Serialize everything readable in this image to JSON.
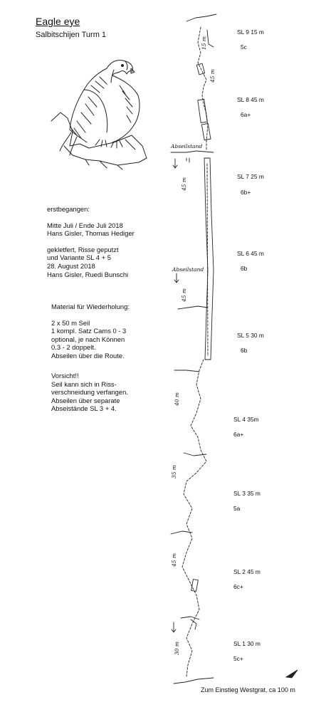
{
  "header": {
    "title": "Eagle eye",
    "subtitle": "Salbitschijen Turm 1"
  },
  "first_ascent": {
    "heading": "erstbegangen:",
    "date": "Mitte Juli / Ende  Juli 2018",
    "climbers": "Hans Gisler, Thomas Hediger"
  },
  "cleanup": {
    "line1": "gekletfert, Risse geputzt",
    "line2": "und Variante SL 4 + 5",
    "date": "28. August 2018",
    "climbers": "Hans Gisler, Ruedi Bunschi"
  },
  "material": {
    "heading": "Material für Wiederholung:",
    "items": [
      "2 x 50 m Seil",
      "1 kompl. Satz Cams 0 - 3",
      "optional, je nach Können",
      "0.3 - 2 doppelt.",
      "Abseilen über die Route."
    ]
  },
  "caution": {
    "heading": "Vorsicht!!",
    "lines": [
      "Seil kann sich in Riss-",
      "verschneidung verfangen.",
      "Abseilen über separate",
      "Abseistände SL 3  + 4."
    ]
  },
  "pitches": [
    {
      "label": "SL 9   15 m",
      "grade": "5c"
    },
    {
      "label": "SL 8   45 m",
      "grade": "6a+"
    },
    {
      "label": "SL 7   25 m",
      "grade": "6b+"
    },
    {
      "label": "SL 6   45 m",
      "grade": "6b"
    },
    {
      "label": "SL 5   30 m",
      "grade": "6b"
    },
    {
      "label": "SL 4   35m",
      "grade": "6a+"
    },
    {
      "label": "SL 3   35 m",
      "grade": "5a"
    },
    {
      "label": "SL 2   45 m",
      "grade": "6c+"
    },
    {
      "label": "SL 1   30 m",
      "grade": "5c+"
    }
  ],
  "rappels": [
    "15 m",
    "45 m",
    "45 m",
    "45 m",
    "40 m",
    "35 m",
    "45 m",
    "30 m"
  ],
  "rappel_labels": [
    "Abseilstand",
    "Abseilstand"
  ],
  "approach": "Zum Einstieg Westgrat, ca 100 m",
  "icons": {
    "eagle": "eagle-illustration",
    "arrow": "north-arrow-icon"
  }
}
